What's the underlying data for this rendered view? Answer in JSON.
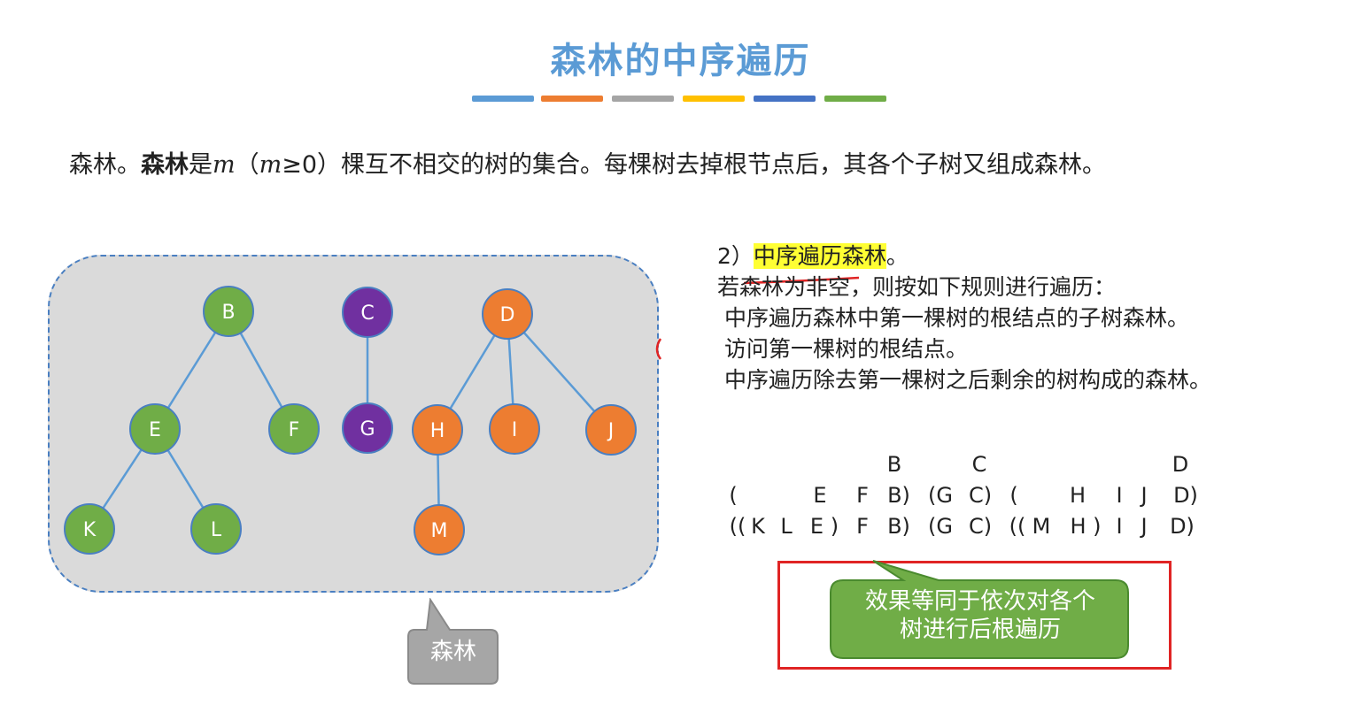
{
  "title": "森林的中序遍历",
  "title_strip_colors": [
    "#5b9bd5",
    "#ed7d31",
    "#a5a5a5",
    "#ffc000",
    "#4472c4",
    "#70ad47"
  ],
  "definition": {
    "part1": "森林。",
    "part2_bold": "森林",
    "part3": "是",
    "m1": "m",
    "part4": "（",
    "m2": "m",
    "part5": "≥0）棵互不相交的树的集合。每棵树去掉根节点后，其各个子树又组成森林。"
  },
  "forest": {
    "callout_label": "森林",
    "trees": [
      {
        "color": "#70ad47",
        "nodes": [
          "B",
          "E",
          "F",
          "K",
          "L"
        ],
        "edges": [
          [
            "B",
            "E"
          ],
          [
            "B",
            "F"
          ],
          [
            "E",
            "K"
          ],
          [
            "E",
            "L"
          ]
        ]
      },
      {
        "color": "#7030a0",
        "nodes": [
          "C",
          "G"
        ],
        "edges": [
          [
            "C",
            "G"
          ]
        ]
      },
      {
        "color": "#ed7d31",
        "nodes": [
          "D",
          "H",
          "I",
          "J",
          "M"
        ],
        "edges": [
          [
            "D",
            "H"
          ],
          [
            "D",
            "I"
          ],
          [
            "D",
            "J"
          ],
          [
            "H",
            "M"
          ]
        ]
      }
    ]
  },
  "rules": {
    "heading_prefix": "2）",
    "heading_highlight": "中序遍历森林",
    "heading_suffix": "。",
    "line1": "若森林为非空，则按如下规则进行遍历：",
    "line2": "中序遍历森林中第一棵树的根结点的子树森林。",
    "line3": "访问第一棵树的根结点。",
    "line4": "中序遍历除去第一棵树之后剩余的树构成的森林。"
  },
  "sequence": {
    "row1": [
      "B",
      "C",
      "D"
    ],
    "row2": [
      "(",
      "E",
      "F",
      "B)",
      "(G",
      "C)",
      "(",
      "H",
      "I",
      "J",
      "D)"
    ],
    "row3": [
      "((",
      "K",
      "L",
      "E )",
      "F",
      "B)",
      "(G",
      "C)",
      "((",
      "M",
      "H )",
      "I",
      "J",
      "D)"
    ]
  },
  "callout_green": {
    "line1": "效果等同于依次对各个",
    "line2": "树进行后根遍历"
  },
  "colors": {
    "title": "#5b9bd5",
    "callout_green": "#70ad47",
    "callout_gray": "#a6a6a6",
    "highlight": "#ffff33",
    "red_box": "#e02424"
  }
}
